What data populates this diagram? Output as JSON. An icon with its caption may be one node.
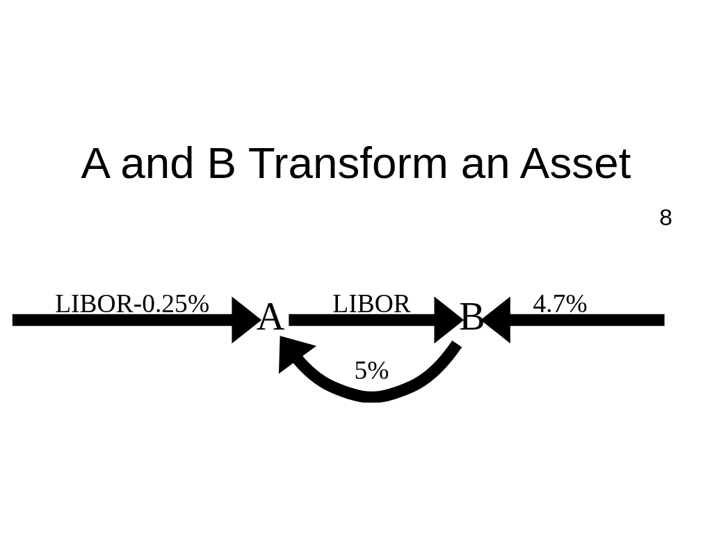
{
  "diagram": {
    "title": "A and B Transform an Asset",
    "nodes": [
      {
        "text": [
          "A"
        ]
      },
      {
        "text": [
          "B"
        ]
      }
    ],
    "edges": [
      {
        "from": null,
        "to": 0,
        "arrow": "to",
        "label": "LIBOR-0.25%"
      },
      {
        "from": 1,
        "to": 0,
        "arrow": "to",
        "label": "5%"
      },
      {
        "from": 0,
        "to": 1,
        "arrow": "to",
        "label": "LIBOR"
      },
      {
        "from": null,
        "to": 1,
        "arrow": "to",
        "label": "4.7%"
      }
    ],
    "labels": [
      "8"
    ]
  }
}
